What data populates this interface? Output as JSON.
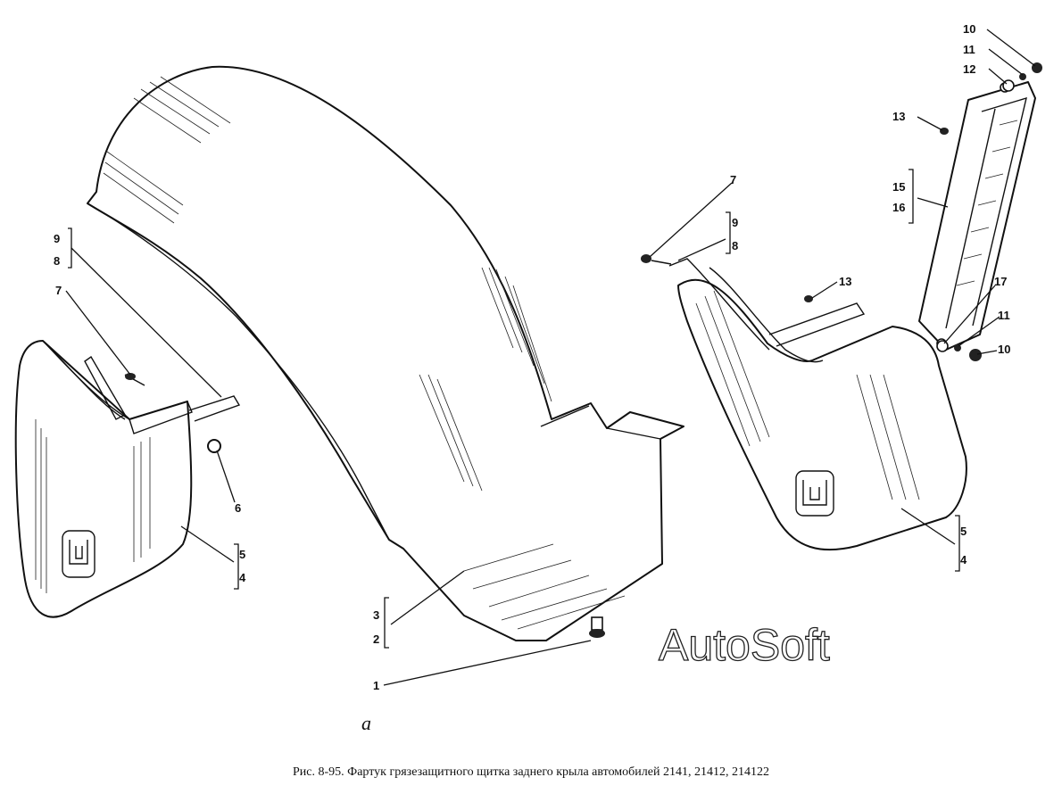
{
  "caption": "Рис. 8-95. Фартук грязезащитного щитка заднего крыла автомобилей 2141, 21412, 214122",
  "watermark": "AutoSoft",
  "subfigure": "a",
  "labels": {
    "n1": "1",
    "n2": "2",
    "n3": "3",
    "n4_left": "4",
    "n5_left": "5",
    "n6": "6",
    "n7_left": "7",
    "n8_left": "8",
    "n9_left": "9",
    "n7_right": "7",
    "n8_right": "8",
    "n9_right": "9",
    "n13_mid": "13",
    "n5_right": "5",
    "n4_right": "4",
    "n10_top": "10",
    "n11_top": "11",
    "n12": "12",
    "n13_top": "13",
    "n15": "15",
    "n16": "16",
    "n17": "17",
    "n11_bottom": "11",
    "n10_bottom": "10"
  }
}
